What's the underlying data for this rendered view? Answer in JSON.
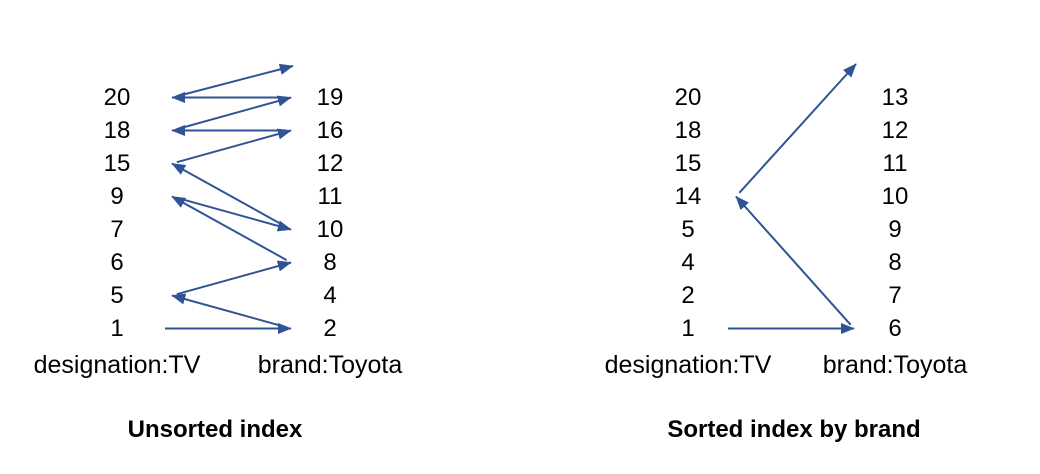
{
  "colors": {
    "arrow": "#2F5496",
    "text": "#000000",
    "background": "#ffffff"
  },
  "diagrams": [
    {
      "id": "unsorted",
      "title": "Unsorted index",
      "left_label": "designation:TV",
      "right_label": "brand:Toyota",
      "left_column": [
        "20",
        "18",
        "15",
        "9",
        "7",
        "6",
        "5",
        "1"
      ],
      "right_column": [
        "19",
        "16",
        "12",
        "11",
        "10",
        "8",
        "4",
        "2"
      ],
      "traversal": [
        "1",
        "2",
        "5",
        "8",
        "9",
        "10",
        "15",
        "16",
        "18",
        "19",
        "20"
      ],
      "exits_top_right": true
    },
    {
      "id": "sorted",
      "title": "Sorted index by brand",
      "left_label": "designation:TV",
      "right_label": "brand:Toyota",
      "left_column": [
        "20",
        "18",
        "15",
        "14",
        "5",
        "4",
        "2",
        "1"
      ],
      "right_column": [
        "13",
        "12",
        "11",
        "10",
        "9",
        "8",
        "7",
        "6"
      ],
      "traversal": [
        "1",
        "6",
        "14"
      ],
      "exits_top_right": true
    }
  ]
}
